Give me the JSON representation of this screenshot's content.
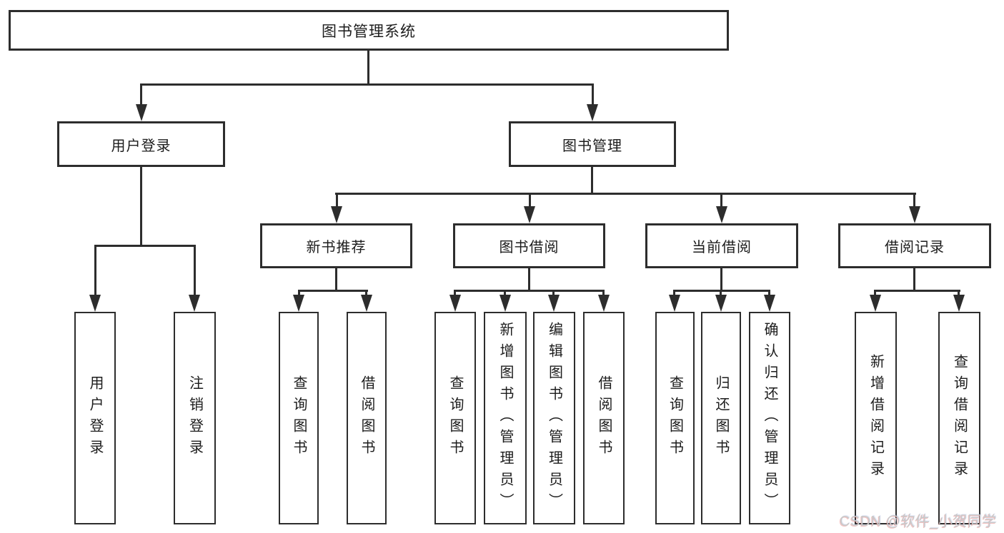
{
  "diagram": {
    "root": "图书管理系统",
    "user_login": {
      "label": "用户登录",
      "children": [
        "用户登录",
        "注销登录"
      ]
    },
    "book_management": {
      "label": "图书管理",
      "sections": {
        "new_book": {
          "label": "新书推荐",
          "children": [
            "查询图书",
            "借阅图书"
          ]
        },
        "borrow": {
          "label": "图书借阅",
          "children": [
            "查询图书",
            "新增图书（管理员）",
            "编辑图书（管理员）",
            "借阅图书"
          ]
        },
        "current": {
          "label": "当前借阅",
          "children": [
            "查询图书",
            "归还图书",
            "确认归还（管理员）"
          ]
        },
        "records": {
          "label": "借阅记录",
          "children": [
            "新增借阅记录",
            "查询借阅记录"
          ]
        }
      }
    }
  },
  "watermark": "CSDN @软件_小贺同学",
  "colors": {
    "line": "#2d2d2d",
    "text": "#1c1c1c",
    "watermark": "#c9c9c9"
  }
}
